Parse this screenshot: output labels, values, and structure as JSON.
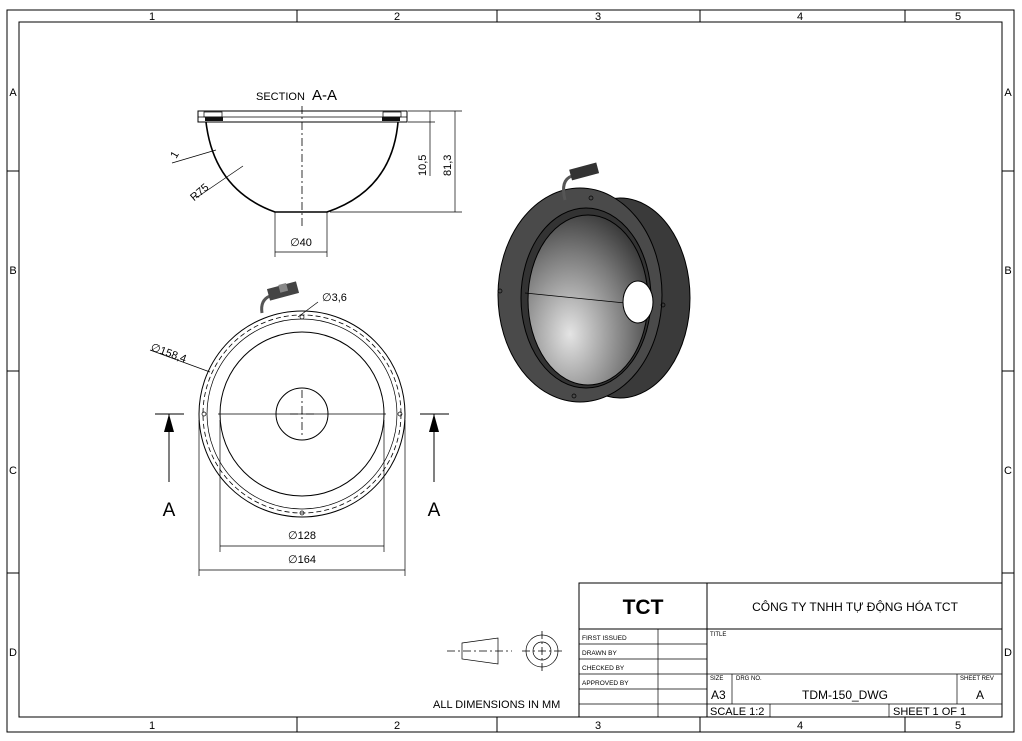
{
  "sheet": {
    "zone_columns": [
      "1",
      "2",
      "3",
      "4",
      "5"
    ],
    "zone_rows": [
      "A",
      "B",
      "C",
      "D"
    ]
  },
  "section_view": {
    "title_prefix": "SECTION",
    "title_id": "A-A",
    "dim_thickness": "1",
    "dim_radius": "R75",
    "dim_flange_height": "10,5",
    "dim_total_height": "81,3",
    "dim_bottom_diameter": "∅40"
  },
  "plan_view": {
    "dim_hole": "∅3,6",
    "dim_bolt_circle": "∅158,4",
    "dim_inner": "∅128",
    "dim_outer": "∅164",
    "section_label_left": "A",
    "section_label_right": "A"
  },
  "notes": {
    "units": "ALL DIMENSIONS IN MM"
  },
  "title_block": {
    "logo": "TCT",
    "company": "CÔNG TY TNHH TỰ ĐỘNG HÓA TCT",
    "first_issued_label": "FIRST ISSUED",
    "drawn_by_label": "DRAWN BY",
    "checked_by_label": "CHECKED BY",
    "approved_by_label": "APPROVED BY",
    "title_label": "TITLE",
    "size_label": "SIZE",
    "size_value": "A3",
    "drg_no_label": "DRG NO.",
    "drg_no_value": "TDM-150_DWG",
    "sheet_rev_label": "SHEET REV",
    "sheet_rev_value": "A",
    "scale": "SCALE 1:2",
    "sheet": "SHEET 1 OF 1"
  }
}
